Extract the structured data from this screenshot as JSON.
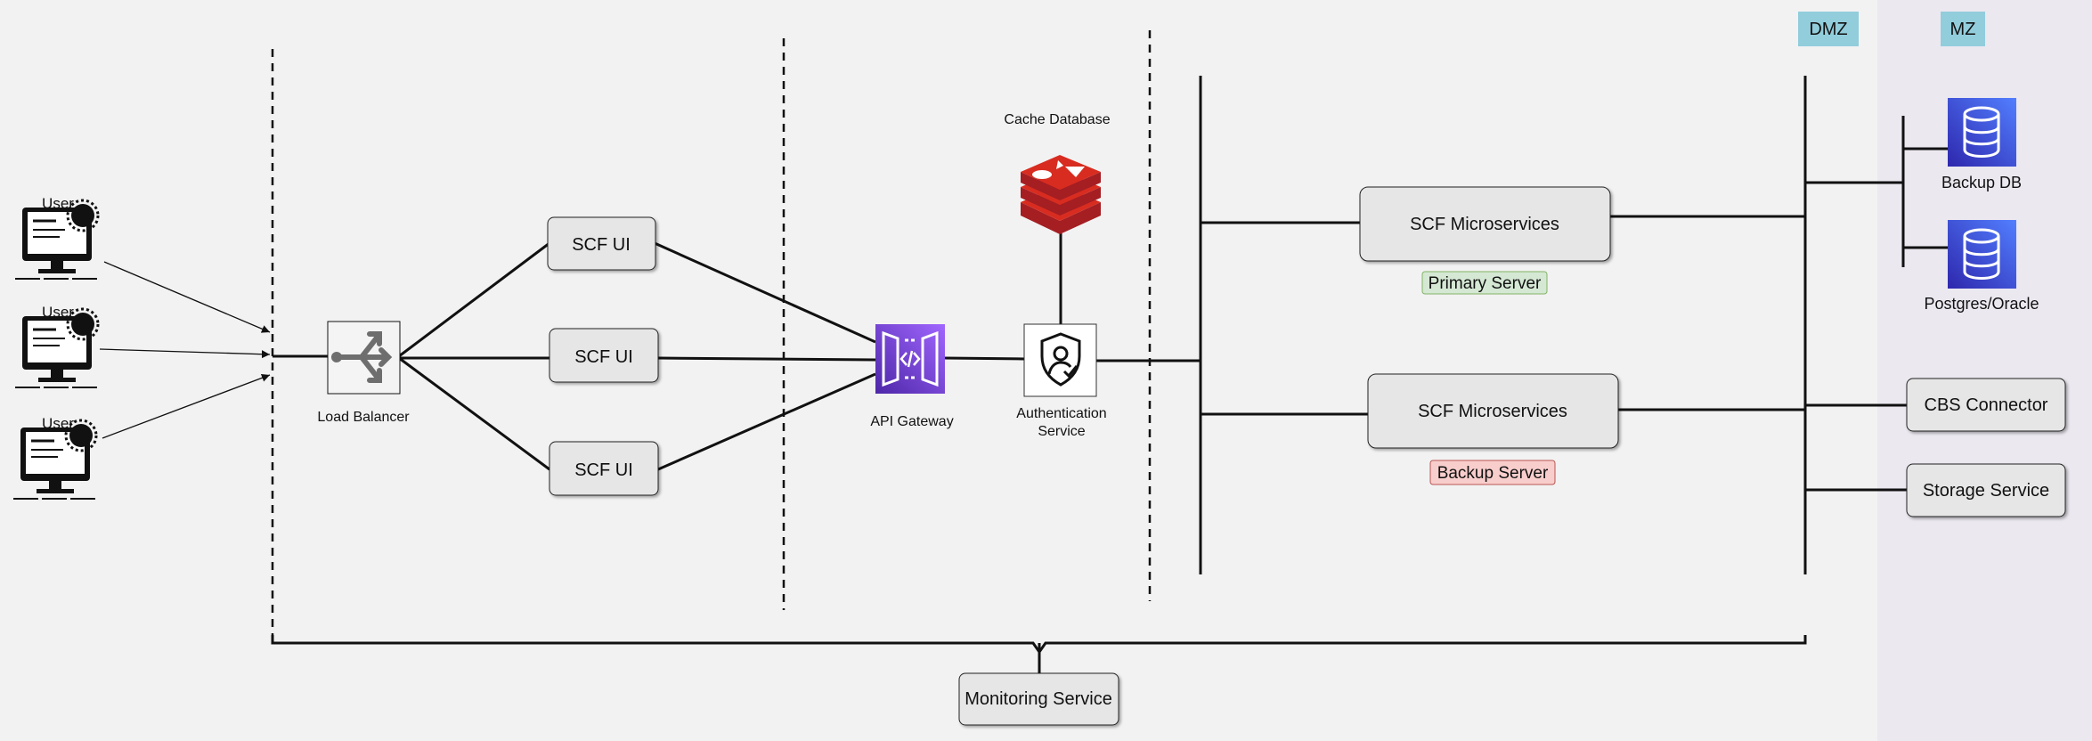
{
  "zones": {
    "dmz": "DMZ",
    "mz": "MZ"
  },
  "users": [
    "User",
    "User",
    "User"
  ],
  "load_balancer": {
    "label": "Load Balancer"
  },
  "ui_nodes": [
    "SCF UI",
    "SCF UI",
    "SCF UI"
  ],
  "api_gateway": {
    "label": "API Gateway"
  },
  "cache": {
    "label": "Cache Database"
  },
  "auth": {
    "label_line1": "Authentication",
    "label_line2": "Service"
  },
  "primary": {
    "label": "SCF Microservices",
    "tag": "Primary Server"
  },
  "backup": {
    "label": "SCF Microservices",
    "tag": "Backup Server"
  },
  "databases": {
    "backup_db": "Backup DB",
    "postgres": "Postgres/Oracle"
  },
  "cbs": {
    "label": "CBS Connector"
  },
  "storage": {
    "label": "Storage Service"
  },
  "monitoring": {
    "label": "Monitoring Service"
  },
  "colors": {
    "zone_tag": "#92cddc",
    "mz_background": "#ebe8f0",
    "gateway": "#7b3fe4",
    "database": "#3f4fd6",
    "cache": "#c1272d",
    "primary_tag_bg": "#d5e8d4",
    "backup_tag_bg": "#f8cecc"
  }
}
